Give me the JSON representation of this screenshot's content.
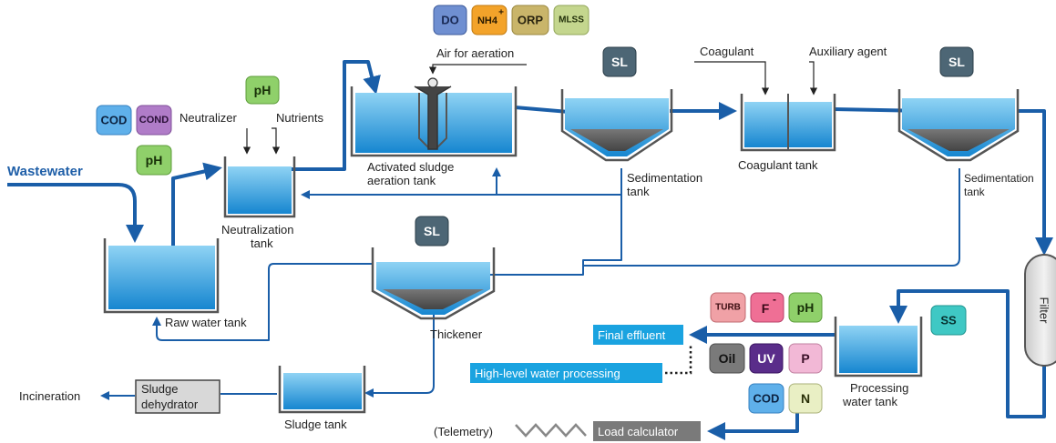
{
  "labels": {
    "wastewater": "Wastewater",
    "neutralizer": "Neutralizer",
    "nutrients": "Nutrients",
    "neutralization_tank_1": "Neutralization",
    "neutralization_tank_2": "tank",
    "air_for_aeration": "Air for aeration",
    "aeration_tank_1": "Activated sludge",
    "aeration_tank_2": "aeration tank",
    "sedimentation_1_a": "Sedimentation",
    "sedimentation_1_b": "tank",
    "coagulant": "Coagulant",
    "auxiliary_agent": "Auxiliary agent",
    "coagulant_tank": "Coagulant tank",
    "sedimentation_2_a": "Sedimentation",
    "sedimentation_2_b": "tank",
    "raw_water_tank": "Raw water tank",
    "thickener": "Thickener",
    "filter": "Filter",
    "final_effluent": "Final effluent",
    "high_level": "High-level water processing",
    "processing_tank_1": "Processing",
    "processing_tank_2": "water tank",
    "incineration": "Incineration",
    "sludge_dehydrator_1": "Sludge",
    "sludge_dehydrator_2": "dehydrator",
    "sludge_tank": "Sludge tank",
    "telemetry": "(Telemetry)",
    "load_calculator": "Load calculator"
  },
  "badges": {
    "do": "DO",
    "nh4": "NH4",
    "nh4_sup": "+",
    "orp": "ORP",
    "mlss": "MLSS",
    "ph_top": "pH",
    "cod_left": "COD",
    "cond": "COND",
    "ph_left": "pH",
    "sl_sed1": "SL",
    "sl_sed2": "SL",
    "sl_thick": "SL",
    "turb": "TURB",
    "f": "F",
    "f_sup": "-",
    "ph_proc": "pH",
    "ss": "SS",
    "oil": "Oil",
    "uv": "UV",
    "p": "P",
    "cod_proc": "COD",
    "n": "N"
  },
  "colors": {
    "pipe": "#1a5ea8",
    "water_top": "#b8e4f8",
    "water_bottom": "#1b8fd6",
    "tank_edge": "#555555",
    "label_box": "#1aa3e0",
    "gray_box": "#7a7a7a"
  }
}
